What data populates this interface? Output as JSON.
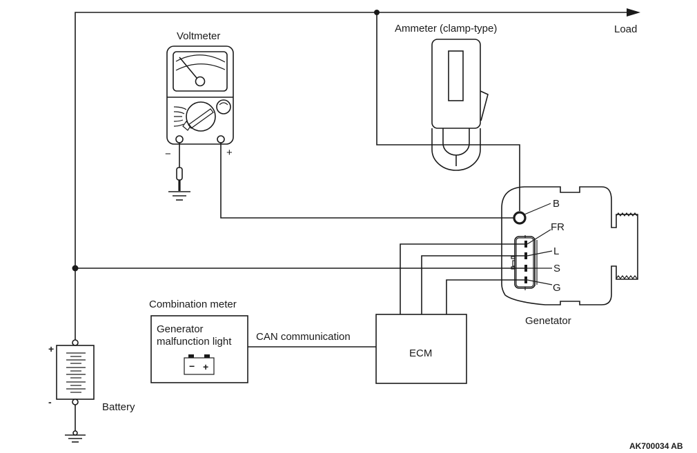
{
  "diagram": {
    "title": "Generator output current test wiring",
    "labels": {
      "voltmeter": "Voltmeter",
      "ammeter": "Ammeter (clamp-type)",
      "load": "Load",
      "generator": "Genetator",
      "combination_meter": "Combination meter",
      "generator_light_line1": "Generator",
      "generator_light_line2": "malfunction light",
      "can": "CAN communication",
      "ecm": "ECM",
      "battery": "Battery",
      "figure_code": "AK700034 AB"
    },
    "voltmeter_terminals": {
      "negative": "−",
      "positive": "+"
    },
    "battery_terminals": {
      "positive": "+",
      "negative": "-"
    },
    "battery_icon": {
      "negative": "−",
      "positive": "+"
    },
    "generator_terminals": [
      {
        "id": "B",
        "label": "B"
      },
      {
        "id": "FR",
        "label": "FR"
      },
      {
        "id": "L",
        "label": "L"
      },
      {
        "id": "S",
        "label": "S"
      },
      {
        "id": "G",
        "label": "G"
      }
    ],
    "colors": {
      "line": "#1a1a1a",
      "background": "#ffffff"
    }
  }
}
